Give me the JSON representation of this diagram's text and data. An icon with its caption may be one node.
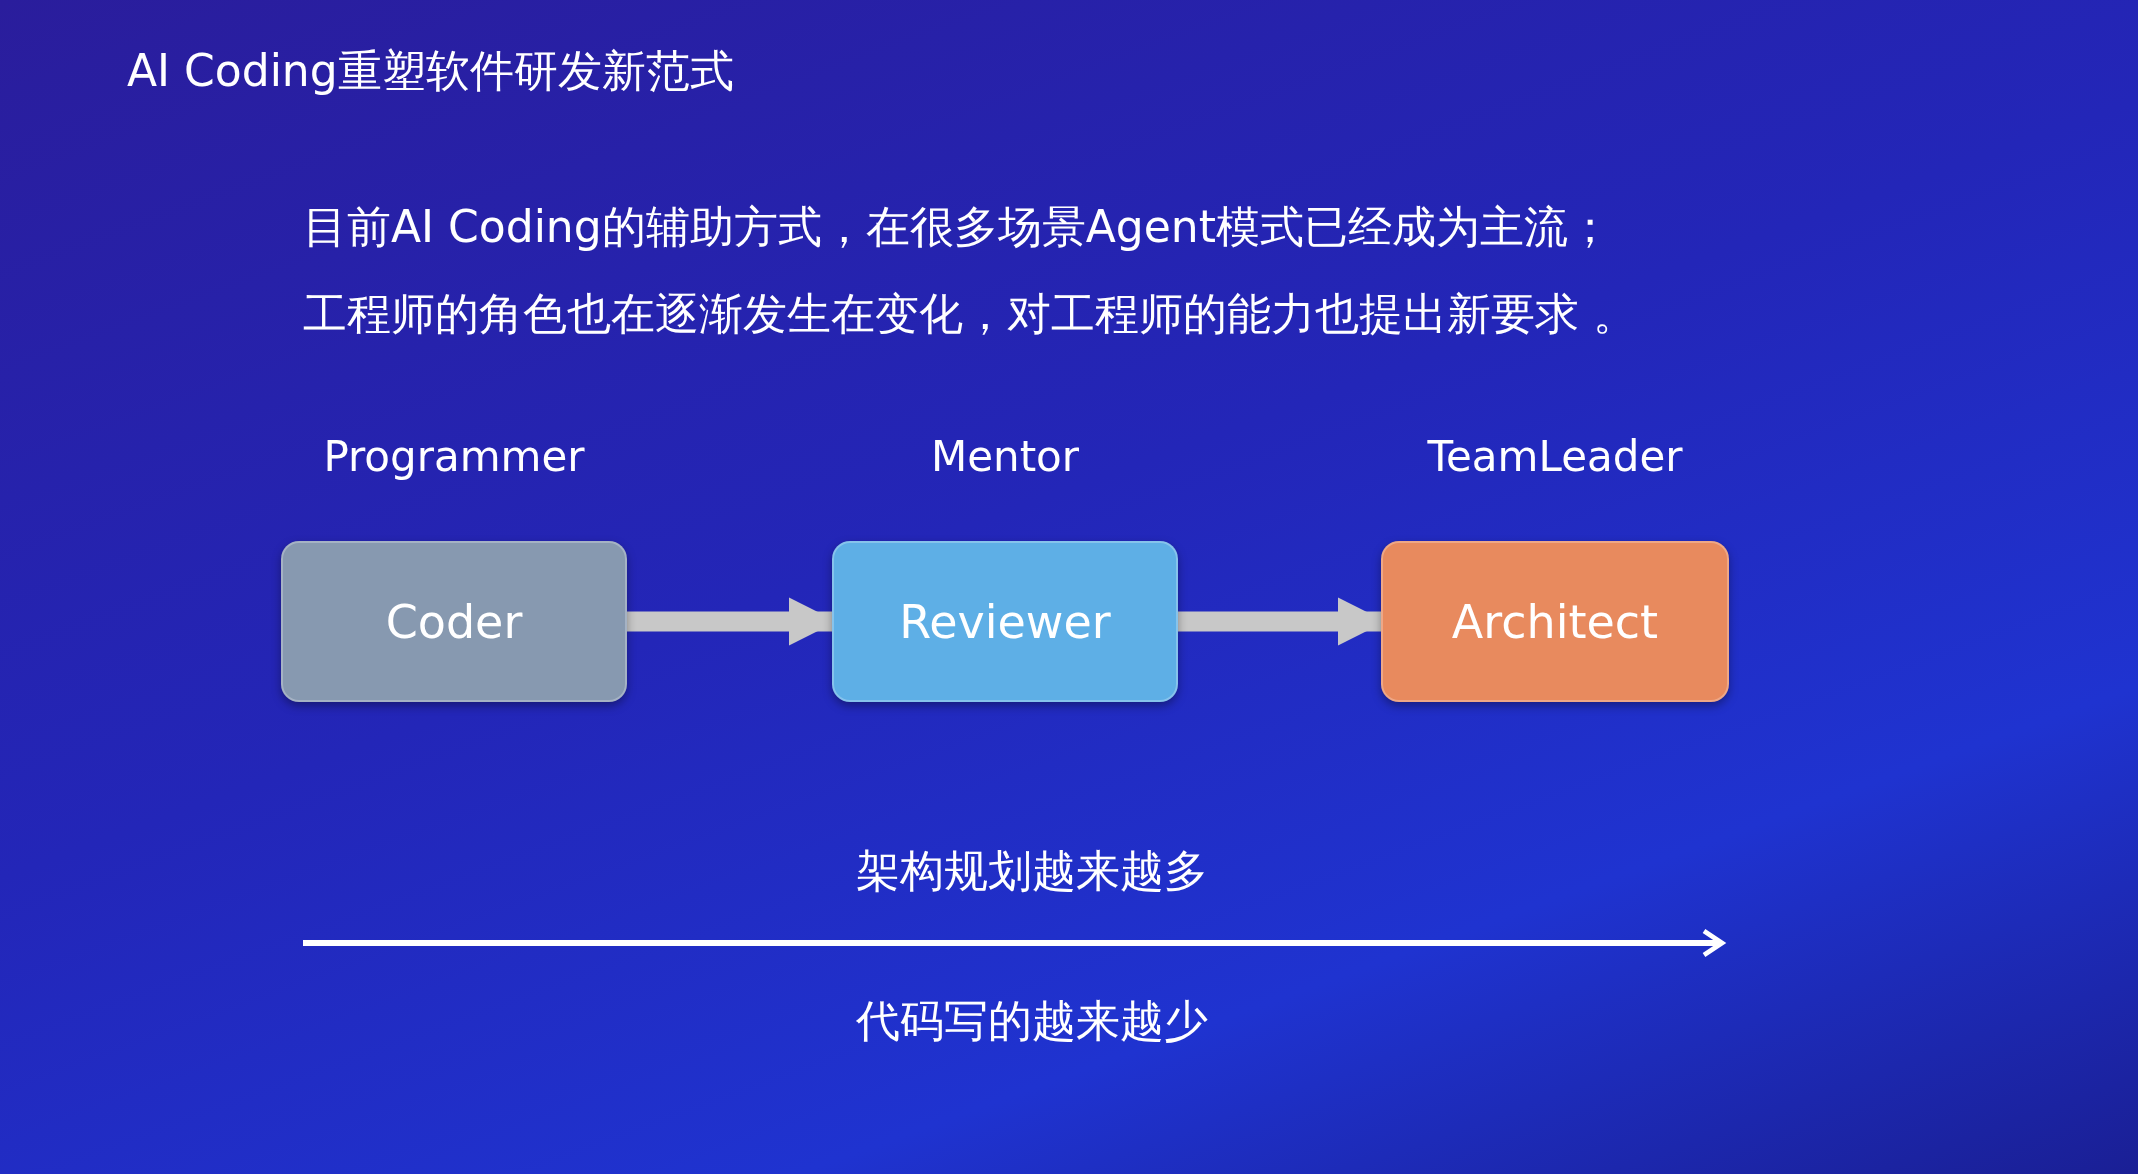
{
  "diagram": {
    "title": "AI Coding重塑软件研发新范式",
    "nodes": [
      {
        "text": [
          "Coder"
        ],
        "beside": [
          "Programmer"
        ]
      },
      {
        "text": [
          "Reviewer"
        ],
        "beside": [
          "Mentor"
        ]
      },
      {
        "text": [
          "Architect"
        ],
        "beside": [
          "TeamLeader"
        ]
      }
    ],
    "edges": [
      {
        "from": 0,
        "to": 1,
        "arrow": "to"
      },
      {
        "from": 1,
        "to": 2,
        "arrow": "to"
      }
    ],
    "labels": [
      "目前AI Coding的辅助方式，在很多场景Agent模式已经成为主流；",
      "工程师的角色也在逐渐发生在变化，对工程师的能力也提出新要求 。",
      "架构规划越来越多",
      "代码写的越来越少"
    ]
  }
}
